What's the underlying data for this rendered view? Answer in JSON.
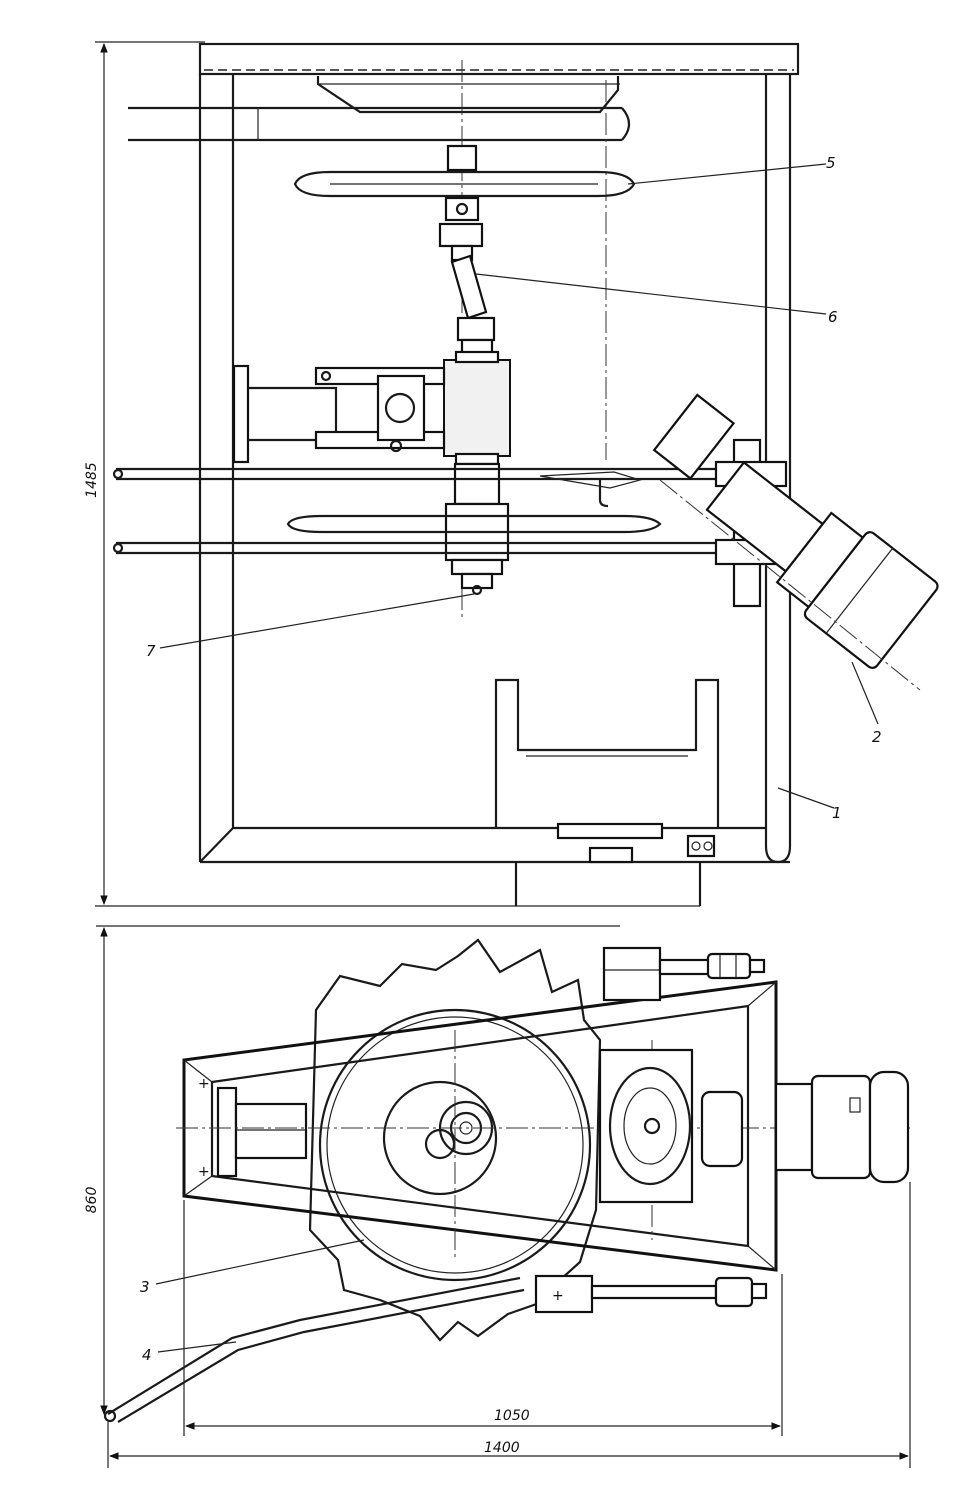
{
  "dimensions": {
    "height_front": "1485",
    "depth_plan": "860",
    "width_inner": "1050",
    "width_overall": "1400"
  },
  "callouts": {
    "c1": "1",
    "c2": "2",
    "c3": "3",
    "c4": "4",
    "c5": "5",
    "c6": "6",
    "c7": "7"
  }
}
